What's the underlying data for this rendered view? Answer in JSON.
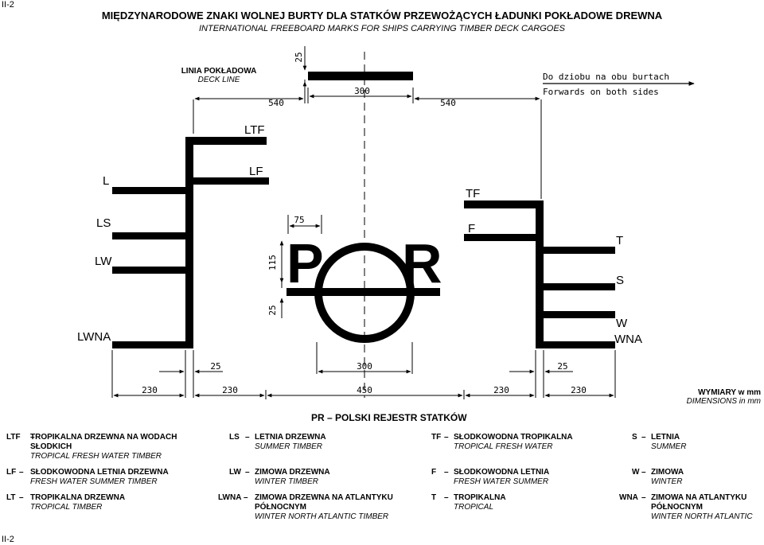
{
  "page_label_top": "II-2",
  "page_label_bottom": "II-2",
  "title": "MIĘDZYNARODOWE ZNAKI WOLNEJ BURTY DLA STATKÓW PRZEWOŻĄCYCH ŁADUNKI POKŁADOWE DREWNA",
  "subtitle": "INTERNATIONAL FREEBOARD MARKS FOR SHIPS CARRYING TIMBER DECK CARGOES",
  "deck_line": {
    "pl": "LINIA POKŁADOWA",
    "en": "DECK LINE"
  },
  "forwards": {
    "pl": "Do dziobu na obu burtach",
    "en": "Forwards on both sides"
  },
  "left_marks": [
    "LTF",
    "L",
    "LF",
    "LS",
    "LW",
    "LWNA"
  ],
  "right_marks": [
    "TF",
    "F",
    "T",
    "S",
    "W",
    "WNA"
  ],
  "por_letters": [
    "P",
    "R"
  ],
  "dimensions": {
    "top_left": "540",
    "top_center": "300",
    "top_right": "540",
    "deck_thickness": "25",
    "letter_width": "75",
    "letter_height": "115",
    "letter_gap": "25",
    "bottom_left_gap": "25",
    "bottom_center": "300",
    "bottom_right_gap": "25",
    "overall_1": "230",
    "overall_2": "230",
    "overall_3": "450",
    "overall_4": "230",
    "overall_5": "230"
  },
  "units": {
    "pl": "WYMIARY w mm",
    "en": "DIMENSIONS in mm"
  },
  "registry": "PR – POLSKI REJESTR STATKÓW",
  "legend": [
    {
      "abbr": "LTF",
      "dash": "–",
      "pl": "TROPIKALNA DRZEWNA NA WODACH SŁODKICH",
      "en": "TROPICAL FRESH WATER TIMBER"
    },
    {
      "abbr": "LS",
      "dash": "–",
      "pl": "LETNIA DRZEWNA",
      "en": "SUMMER TIMBER"
    },
    {
      "abbr": "TF",
      "dash": "–",
      "pl": "SŁODKOWODNA TROPIKALNA",
      "en": "TROPICAL FRESH WATER"
    },
    {
      "abbr": "S",
      "dash": "–",
      "pl": "LETNIA",
      "en": "SUMMER"
    },
    {
      "abbr": "LF",
      "dash": "–",
      "pl": "SŁODKOWODNA LETNIA DRZEWNA",
      "en": "FRESH WATER SUMMER TIMBER"
    },
    {
      "abbr": "LW",
      "dash": "–",
      "pl": "ZIMOWA DRZEWNA",
      "en": "WINTER TIMBER"
    },
    {
      "abbr": "F",
      "dash": "–",
      "pl": "SŁODKOWODNA LETNIA",
      "en": "FRESH WATER SUMMER"
    },
    {
      "abbr": "W",
      "dash": "–",
      "pl": "ZIMOWA",
      "en": "WINTER"
    },
    {
      "abbr": "LT",
      "dash": "–",
      "pl": "TROPIKALNA DRZEWNA",
      "en": "TROPICAL TIMBER"
    },
    {
      "abbr": "LWNA",
      "dash": "–",
      "pl": "ZIMOWA DRZEWNA NA ATLANTYKU PÓŁNOCNYM",
      "en": "WINTER NORTH ATLANTIC TIMBER"
    },
    {
      "abbr": "T",
      "dash": "–",
      "pl": "TROPIKALNA",
      "en": "TROPICAL"
    },
    {
      "abbr": "WNA",
      "dash": "–",
      "pl": "ZIMOWA NA ATLANTYKU PÓŁNOCNYM",
      "en": "WINTER NORTH ATLANTIC"
    }
  ]
}
